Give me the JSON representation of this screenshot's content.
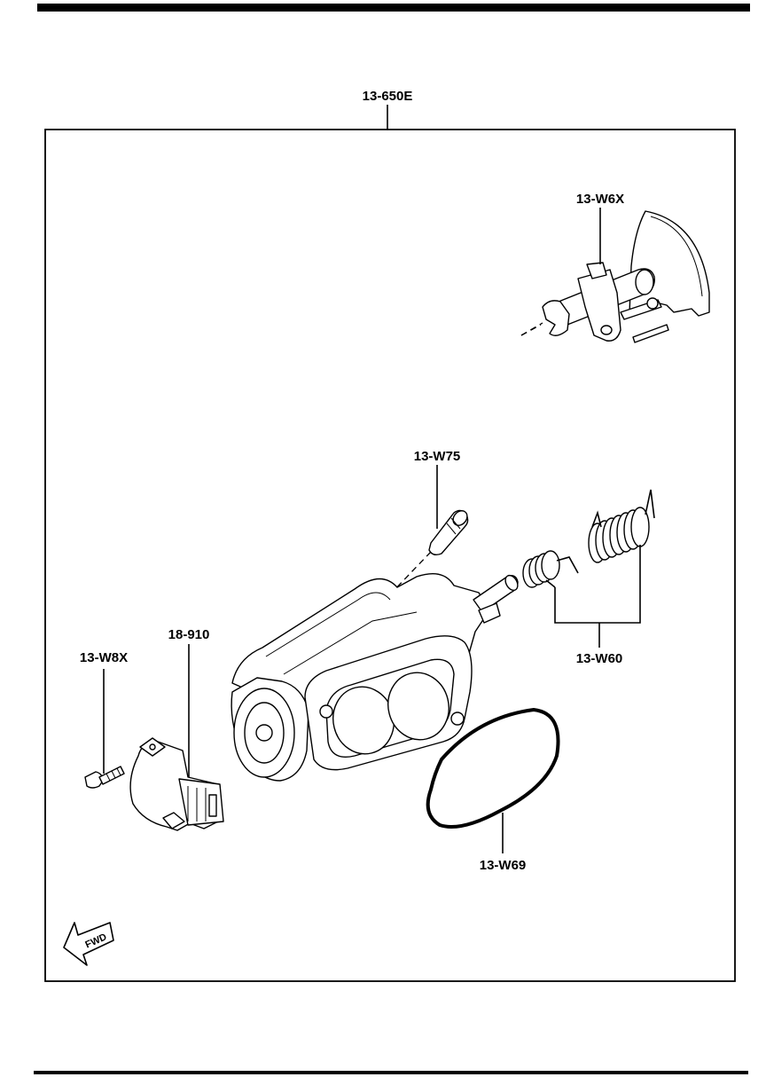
{
  "diagram": {
    "assembly_label": "13-650E",
    "parts": [
      {
        "id": "throttle-lever",
        "label": "13-W6X"
      },
      {
        "id": "sensor-plug",
        "label": "13-W75"
      },
      {
        "id": "tps-sensor",
        "label": "18-910"
      },
      {
        "id": "sensor-screw",
        "label": "13-W8X"
      },
      {
        "id": "return-springs",
        "label": "13-W60"
      },
      {
        "id": "gasket",
        "label": "13-W69"
      }
    ],
    "fwd_marker": "FWD"
  }
}
